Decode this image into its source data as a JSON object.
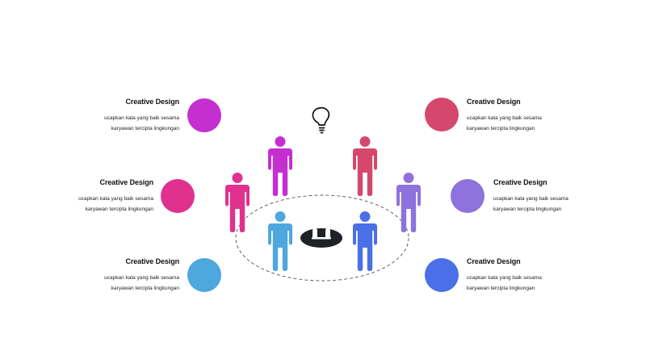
{
  "colors": {
    "magenta": "#c52fcf",
    "pink": "#e0318f",
    "sky": "#4fa7df",
    "rose": "#d6476d",
    "lavender": "#8e72dd",
    "royal": "#4a6fe6",
    "dark": "#1e2125"
  },
  "items": [
    {
      "title": "Creative Design",
      "line1": "ucapkan kata yang baik sesama",
      "line2": "karyawan tercipta lingkungan"
    },
    {
      "title": "Creative Design",
      "line1": "ucapkan kata yang baik sesama",
      "line2": "karyawan tercipta lingkungan"
    },
    {
      "title": "Creative Design",
      "line1": "ucapkan kata yang baik sesama",
      "line2": "karyawan tercipta lingkungan"
    },
    {
      "title": "Creative Design",
      "line1": "ucapkan kata yang baik sesama",
      "line2": "karyawan tercipta lingkungan"
    },
    {
      "title": "Creative Design",
      "line1": "ucapkan kata yang baik sesama",
      "line2": "karyawan tercipta lingkungan"
    },
    {
      "title": "Creative Design",
      "line1": "ucapkan kata yang baik sesama",
      "line2": "karyawan tercipta lingkungan"
    }
  ],
  "icons": {
    "idea": "lightbulb-icon",
    "center": "table-icon",
    "people": [
      "person-icon",
      "person-icon",
      "person-icon",
      "person-icon",
      "person-icon",
      "person-icon"
    ]
  }
}
